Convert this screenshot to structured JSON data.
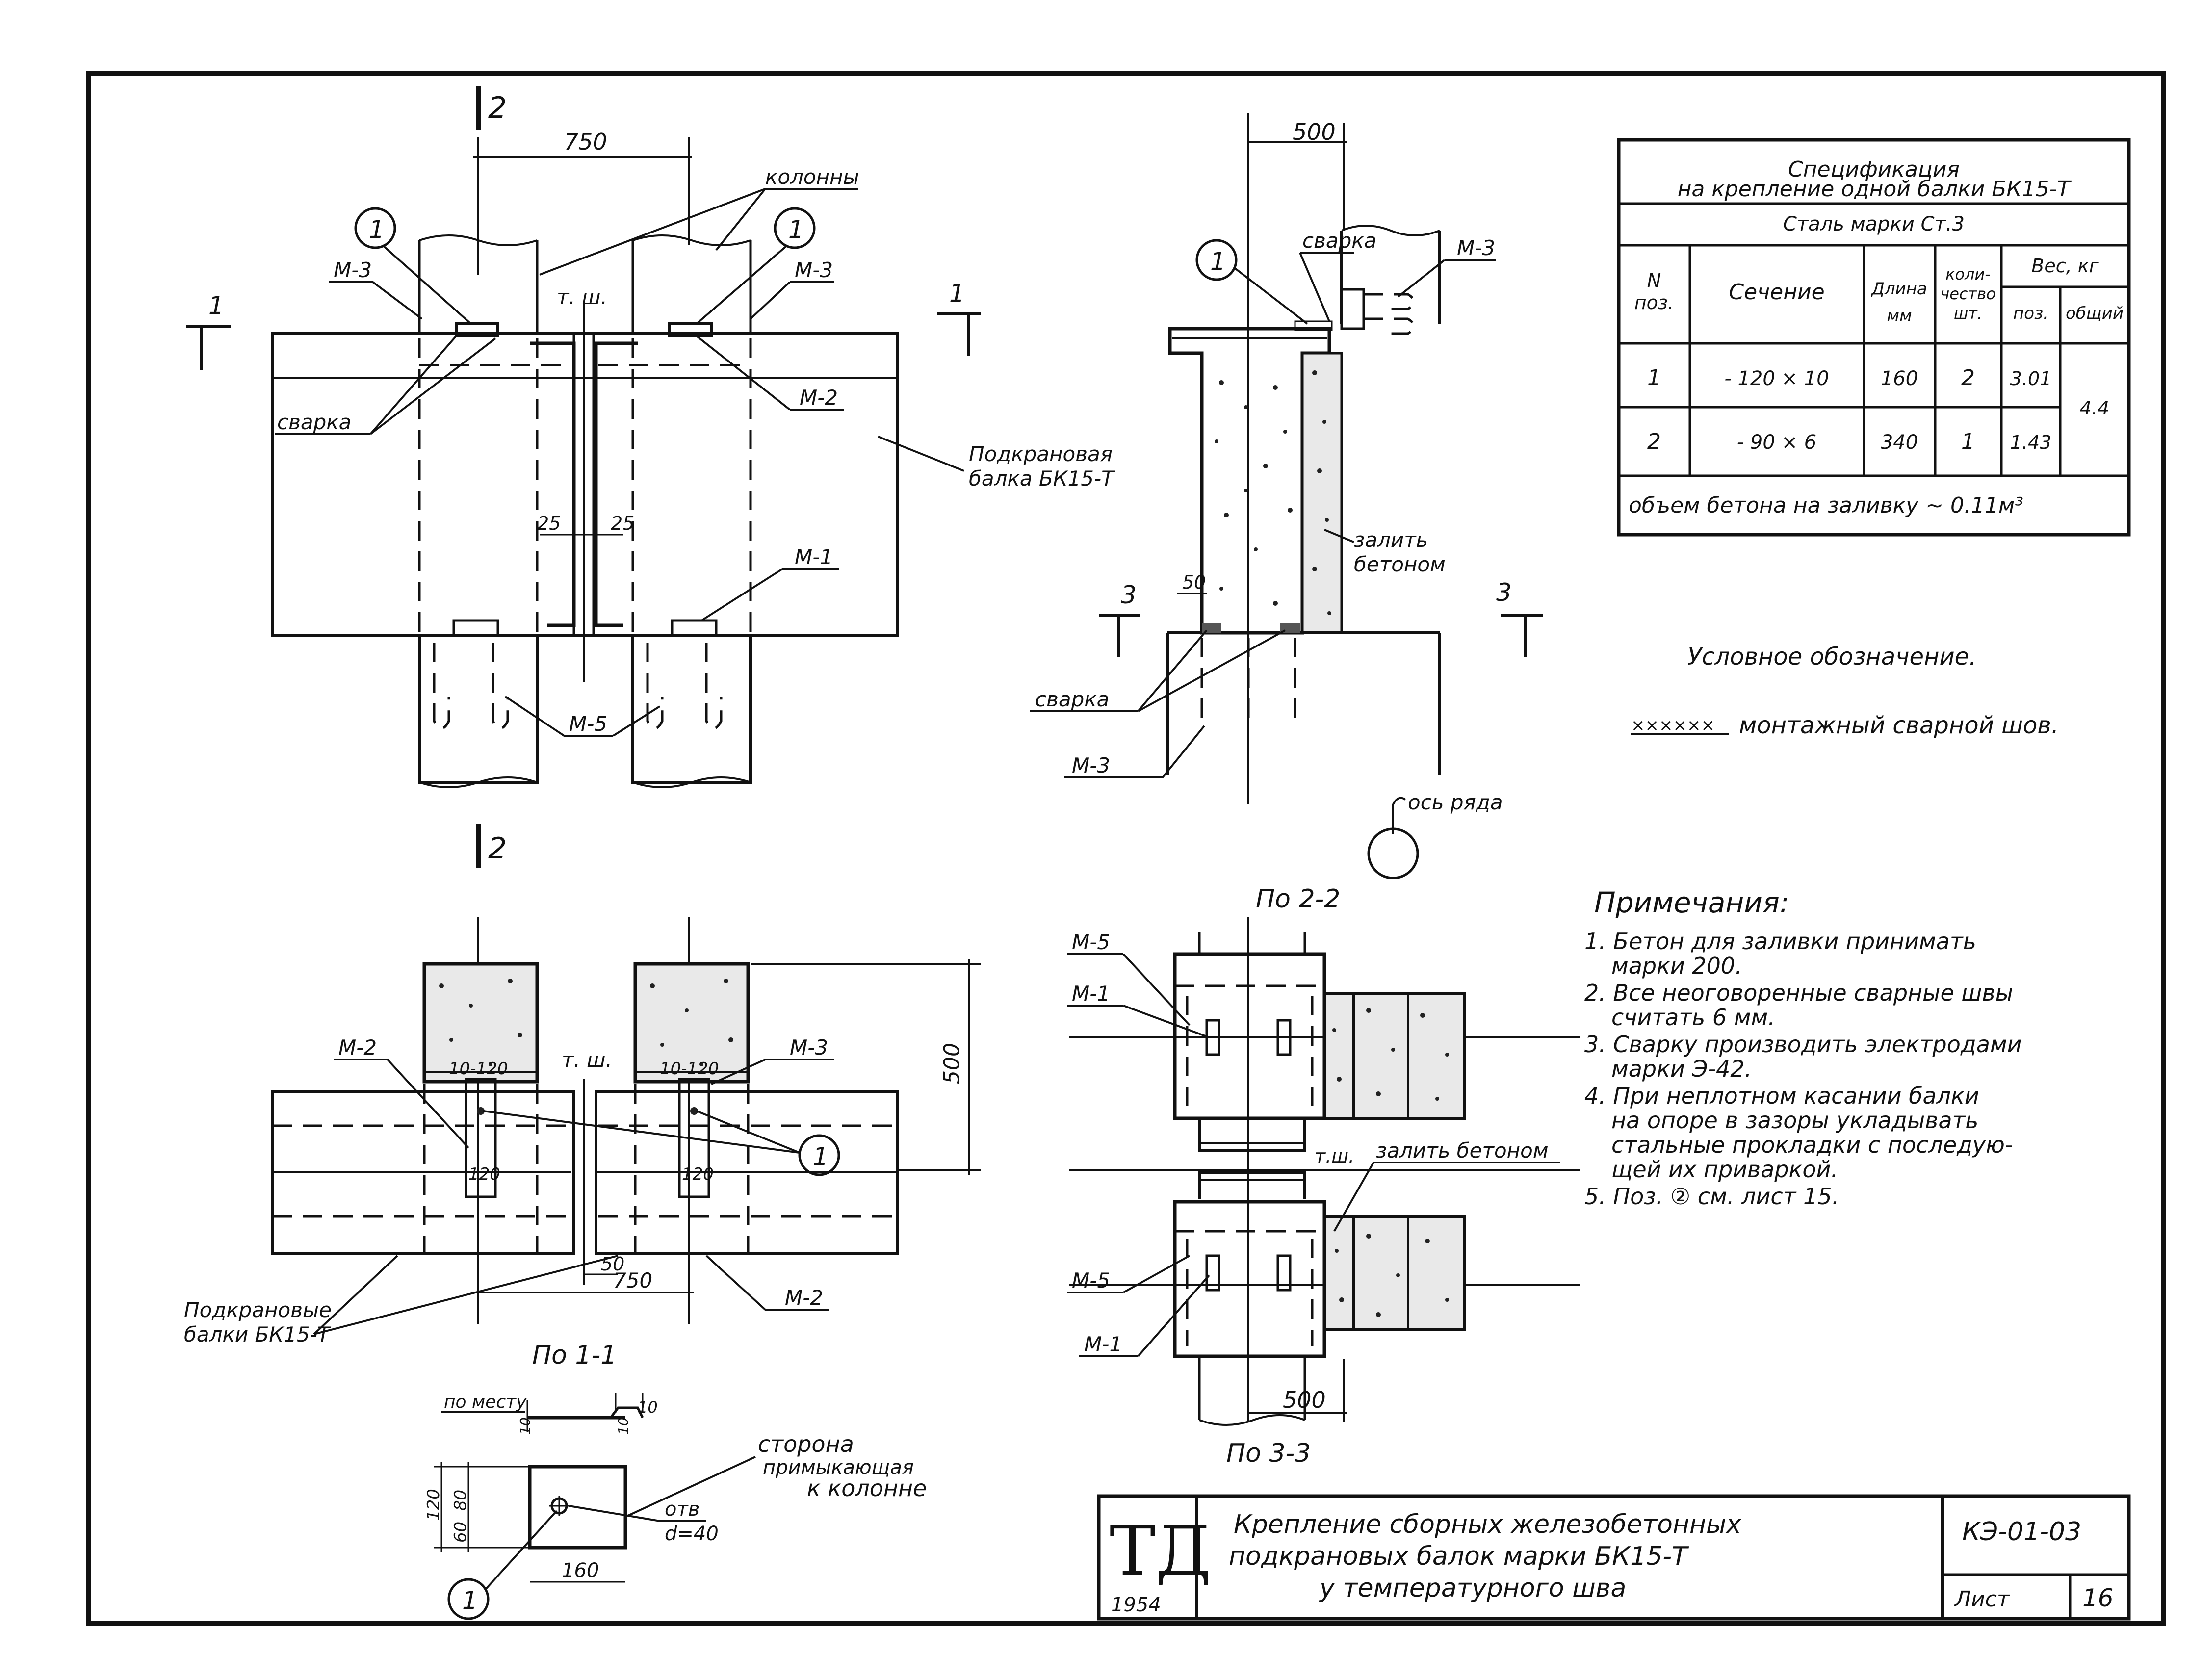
{
  "dims": {
    "d750_top": "750",
    "d500_sec": "500",
    "d500_plan": "500",
    "d750_plan": "750",
    "d500_bottom": "500",
    "d25a": "25",
    "d25b": "25",
    "d50_sec": "50",
    "d50_plan": "50",
    "d10_120a": "10-120",
    "d10_120b": "10-120",
    "d120a": "120",
    "d120b": "120",
    "det_10a": "10",
    "det_10b": "10",
    "det_10c": "10",
    "det_120": "120",
    "det_60": "60",
    "det_80": "80",
    "det_160": "160"
  },
  "labels": {
    "sec2_top": "2",
    "sec2_bot": "2",
    "sec1_left": "1",
    "sec1_right": "1",
    "sec3_left": "3",
    "sec3_right": "3",
    "kolonny": "колонны",
    "tsh_elev": "т. ш.",
    "tsh_plan": "т. ш.",
    "tsh_22": "т.ш.",
    "m3_a": "М-3",
    "m3_b": "М-3",
    "m3_c": "М-3",
    "m3_d": "М-3",
    "m3_e": "М-3",
    "m2_a": "М-2",
    "m2_b": "М-2",
    "m2_c": "М-2",
    "m1_a": "М-1",
    "m1_b": "М-1",
    "m1_c": "М-1",
    "m5_a": "М-5",
    "m5_b": "М-5",
    "m5_c": "М-5",
    "svarka_a": "сварка",
    "svarka_b": "сварка",
    "svarka_c": "сварка",
    "beam_name_1": "Подкрановая",
    "beam_name_2": "балка БК15-Т",
    "beams_name_1": "Подкрановые",
    "beams_name_2": "балки БК15-Т",
    "zalit_1": "залить",
    "zalit_2": "бетоном",
    "zalit_22": "залить бетоном",
    "os_ryada": "ось ряда",
    "view_22": "По 2-2",
    "view_11": "По 1-1",
    "view_33": "По 3-3",
    "po_mestu": "по месту",
    "storona_1": "сторона",
    "storona_2": "примыкающая",
    "storona_3": "к колонне",
    "otv_1": "отв",
    "otv_2": "d=40",
    "pos_1": "1"
  },
  "spec": {
    "title_1": "Спецификация",
    "title_2": "на крепление одной балки БК15-Т",
    "steel": "Сталь марки Ст.3",
    "h_no_1": "N",
    "h_no_2": "поз.",
    "h_section": "Сечение",
    "h_length_1": "Длина",
    "h_length_2": "мм",
    "h_qty_1": "коли-",
    "h_qty_2": "чество",
    "h_qty_3": "шт.",
    "h_weight": "Вес, кг",
    "h_w_pos": "поз.",
    "h_w_total": "общий",
    "rows": [
      {
        "no": "1",
        "section": "- 120 × 10",
        "length": "160",
        "qty": "2",
        "w_pos": "3.01"
      },
      {
        "no": "2",
        "section": "- 90 × 6",
        "length": "340",
        "qty": "1",
        "w_pos": "1.43"
      }
    ],
    "w_total": "4.4",
    "concrete": "объем бетона на заливку ~ 0.11м³"
  },
  "legend": {
    "title": "Условное обозначение.",
    "symbol": "××××××",
    "text": "монтажный сварной шов."
  },
  "notes": {
    "title": "Примечания:",
    "lines": [
      "1. Бетон для заливки принимать",
      "марки 200.",
      "2. Все неоговоренные сварные швы",
      "считать 6 мм.",
      "3. Сварку производить электродами",
      "марки Э-42.",
      "4. При неплотном касании балки",
      "на опоре в зазоры укладывать",
      "стальные прокладки с последую-",
      "щей их приваркой.",
      "5. Поз. ② см. лист 15."
    ]
  },
  "stamp": {
    "logo": "ТД",
    "year": "1954",
    "title_1": "Крепление сборных железобетонных",
    "title_2": "подкрановых балок марки БК15-Т",
    "title_3": "у температурного шва",
    "code": "КЭ-01-03",
    "sheet_label": "Лист",
    "sheet_no": "16"
  }
}
